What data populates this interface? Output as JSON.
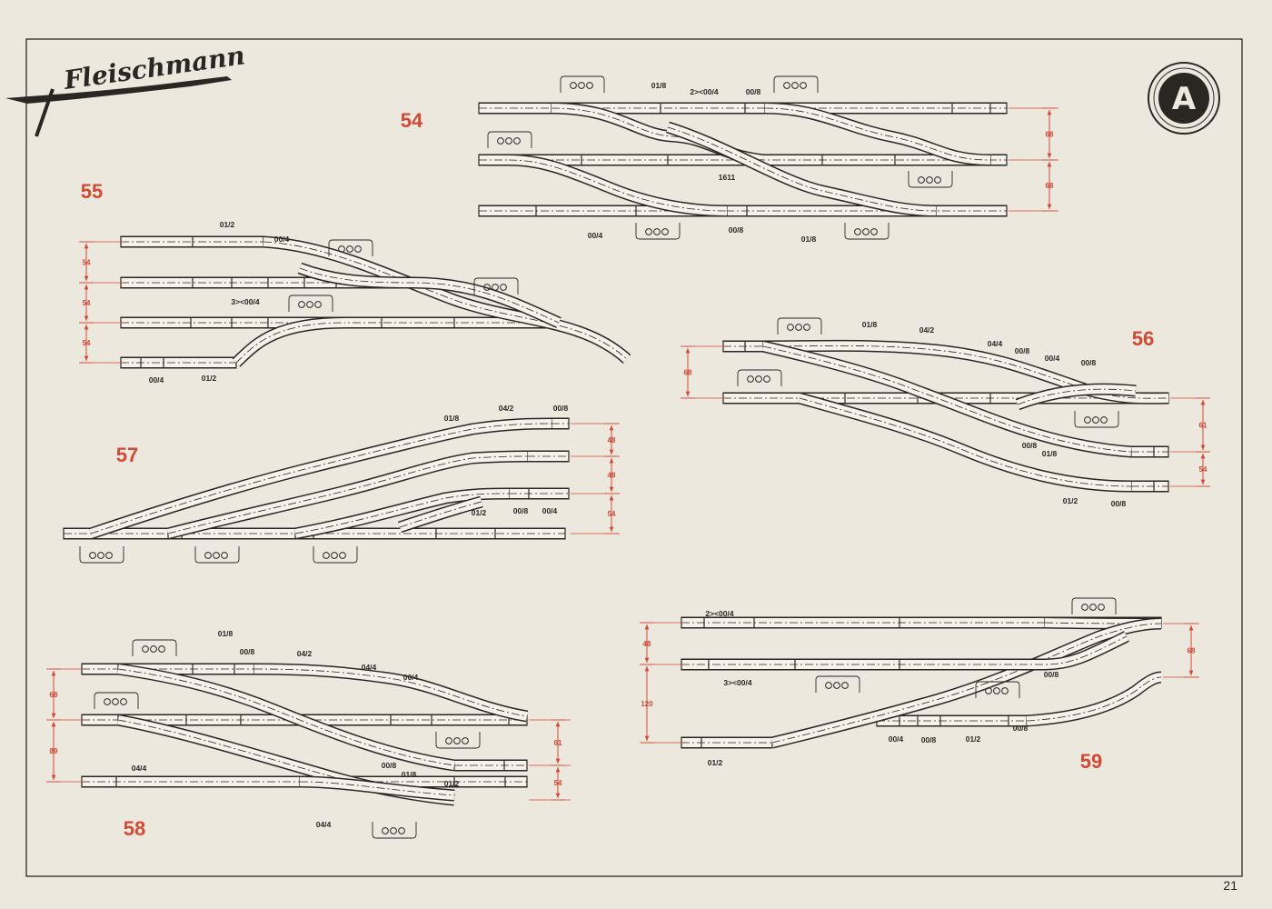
{
  "brand": {
    "logo_text": "Fleischmann",
    "badge_letter": "A"
  },
  "page_number": "21",
  "colors": {
    "background": "#ede8de",
    "ink": "#2a2622",
    "rail": "#f6f2ea",
    "accent_red": "#d04a35"
  },
  "layouts": [
    {
      "number": "54",
      "labels": [
        "01/8",
        "2><00/4",
        "00/8",
        "1611",
        "00/4",
        "00/8",
        "01/8"
      ],
      "dimensions": [
        "68",
        "68"
      ]
    },
    {
      "number": "55",
      "labels": [
        "01/2",
        "00/4",
        "3><00/4",
        "00/4",
        "01/2"
      ],
      "dimensions": [
        "54",
        "54",
        "54"
      ]
    },
    {
      "number": "56",
      "labels": [
        "01/8",
        "04/2",
        "04/4",
        "00/8",
        "00/4",
        "00/8",
        "00/8",
        "01/8",
        "01/2",
        "00/8"
      ],
      "dimensions": [
        "68",
        "61",
        "54"
      ]
    },
    {
      "number": "57",
      "labels": [
        "01/8",
        "04/2",
        "00/8",
        "01/2",
        "00/8",
        "00/4"
      ],
      "dimensions": [
        "48",
        "48",
        "54"
      ]
    },
    {
      "number": "58",
      "labels": [
        "01/8",
        "00/8",
        "04/2",
        "04/4",
        "00/4",
        "04/4",
        "00/8",
        "01/8",
        "01/2",
        "04/4"
      ],
      "dimensions": [
        "68",
        "89",
        "61",
        "54"
      ]
    },
    {
      "number": "59",
      "labels": [
        "2><00/4",
        "3><00/4",
        "00/8",
        "00/4",
        "00/8",
        "01/2",
        "00/8",
        "01/2"
      ],
      "dimensions": [
        "48",
        "120",
        "68"
      ]
    }
  ]
}
